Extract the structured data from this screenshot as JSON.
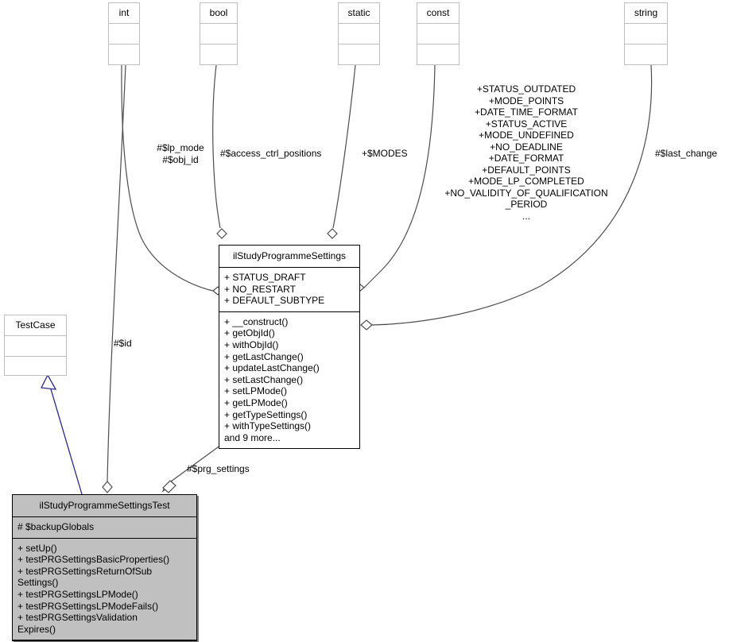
{
  "diagram": {
    "title": "ilStudyProgrammeSettingsTest collaboration diagram",
    "type": "uml-class-diagram"
  },
  "type_boxes": [
    {
      "name": "int",
      "label": "int"
    },
    {
      "name": "bool",
      "label": "bool"
    },
    {
      "name": "static",
      "label": "static"
    },
    {
      "name": "const",
      "label": "const"
    },
    {
      "name": "string",
      "label": "string"
    }
  ],
  "classes": {
    "testcase": {
      "title": "TestCase",
      "attributes": [],
      "operations": []
    },
    "settings": {
      "title": "ilStudyProgrammeSettings",
      "attributes": [
        "+ STATUS_DRAFT",
        "+ NO_RESTART",
        "+ DEFAULT_SUBTYPE"
      ],
      "operations": [
        "+ __construct()",
        "+ getObjId()",
        "+ withObjId()",
        "+ getLastChange()",
        "+ updateLastChange()",
        "+ setLastChange()",
        "+ setLPMode()",
        "+ getLPMode()",
        "+ getTypeSettings()",
        "+ withTypeSettings()",
        "and 9 more..."
      ]
    },
    "settings_test": {
      "title": "ilStudyProgrammeSettingsTest",
      "attributes": [
        "# $backupGlobals"
      ],
      "operations": [
        "+ setUp()",
        "+ testPRGSettingsBasicProperties()",
        "+ testPRGSettingsReturnOfSub\nSettings()",
        "+ testPRGSettingsLPMode()",
        "+ testPRGSettingsLPModeFails()",
        "+ testPRGSettingsValidation\nExpires()"
      ]
    }
  },
  "edge_labels": {
    "lp_mode_obj_id": "#$lp_mode\n#$obj_id",
    "access_ctrl_positions": "#$access_ctrl_positions",
    "modes": "+$MODES",
    "const_members": "+STATUS_OUTDATED\n+MODE_POINTS\n+DATE_TIME_FORMAT\n+STATUS_ACTIVE\n+MODE_UNDEFINED\n+NO_DEADLINE\n+DATE_FORMAT\n+DEFAULT_POINTS\n+MODE_LP_COMPLETED\n+NO_VALIDITY_OF_QUALIFICATION\n_PERIOD\n...",
    "last_change": "#$last_change",
    "id": "#$id",
    "prg_settings": "#$prg_settings"
  },
  "colors": {
    "highlight_fill": "#c0c0c0",
    "box_stroke": "#000000",
    "stub_stroke": "#bfbfbf",
    "edge_stroke": "#4d4d4d",
    "inherit_stroke": "#2a2a80",
    "background": "#ffffff"
  }
}
